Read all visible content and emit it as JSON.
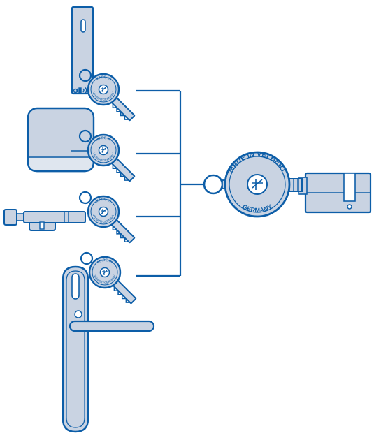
{
  "colors": {
    "stroke": "#0d5ea8",
    "fill": "#c9d3e2",
    "fill_dark": "#aebbd0",
    "background": "#ffffff"
  },
  "key_stamp": {
    "top_text": "MADE IN",
    "bottom_text": "VELBERT-GERMANY"
  },
  "large_key_stamp": {
    "top_text": "MADE IN VELBERT",
    "bottom_text": "GERMANY"
  },
  "devices": [
    {
      "name": "wall-reader",
      "icon": "rfid-wall-reader-icon"
    },
    {
      "name": "hub",
      "icon": "smart-hub-icon"
    },
    {
      "name": "cylinder",
      "icon": "double-cylinder-icon"
    },
    {
      "name": "door-fitting",
      "icon": "electronic-door-handle-icon"
    }
  ],
  "master": {
    "icon": "master-key-icon",
    "cylinder_icon": "half-cylinder-icon"
  }
}
